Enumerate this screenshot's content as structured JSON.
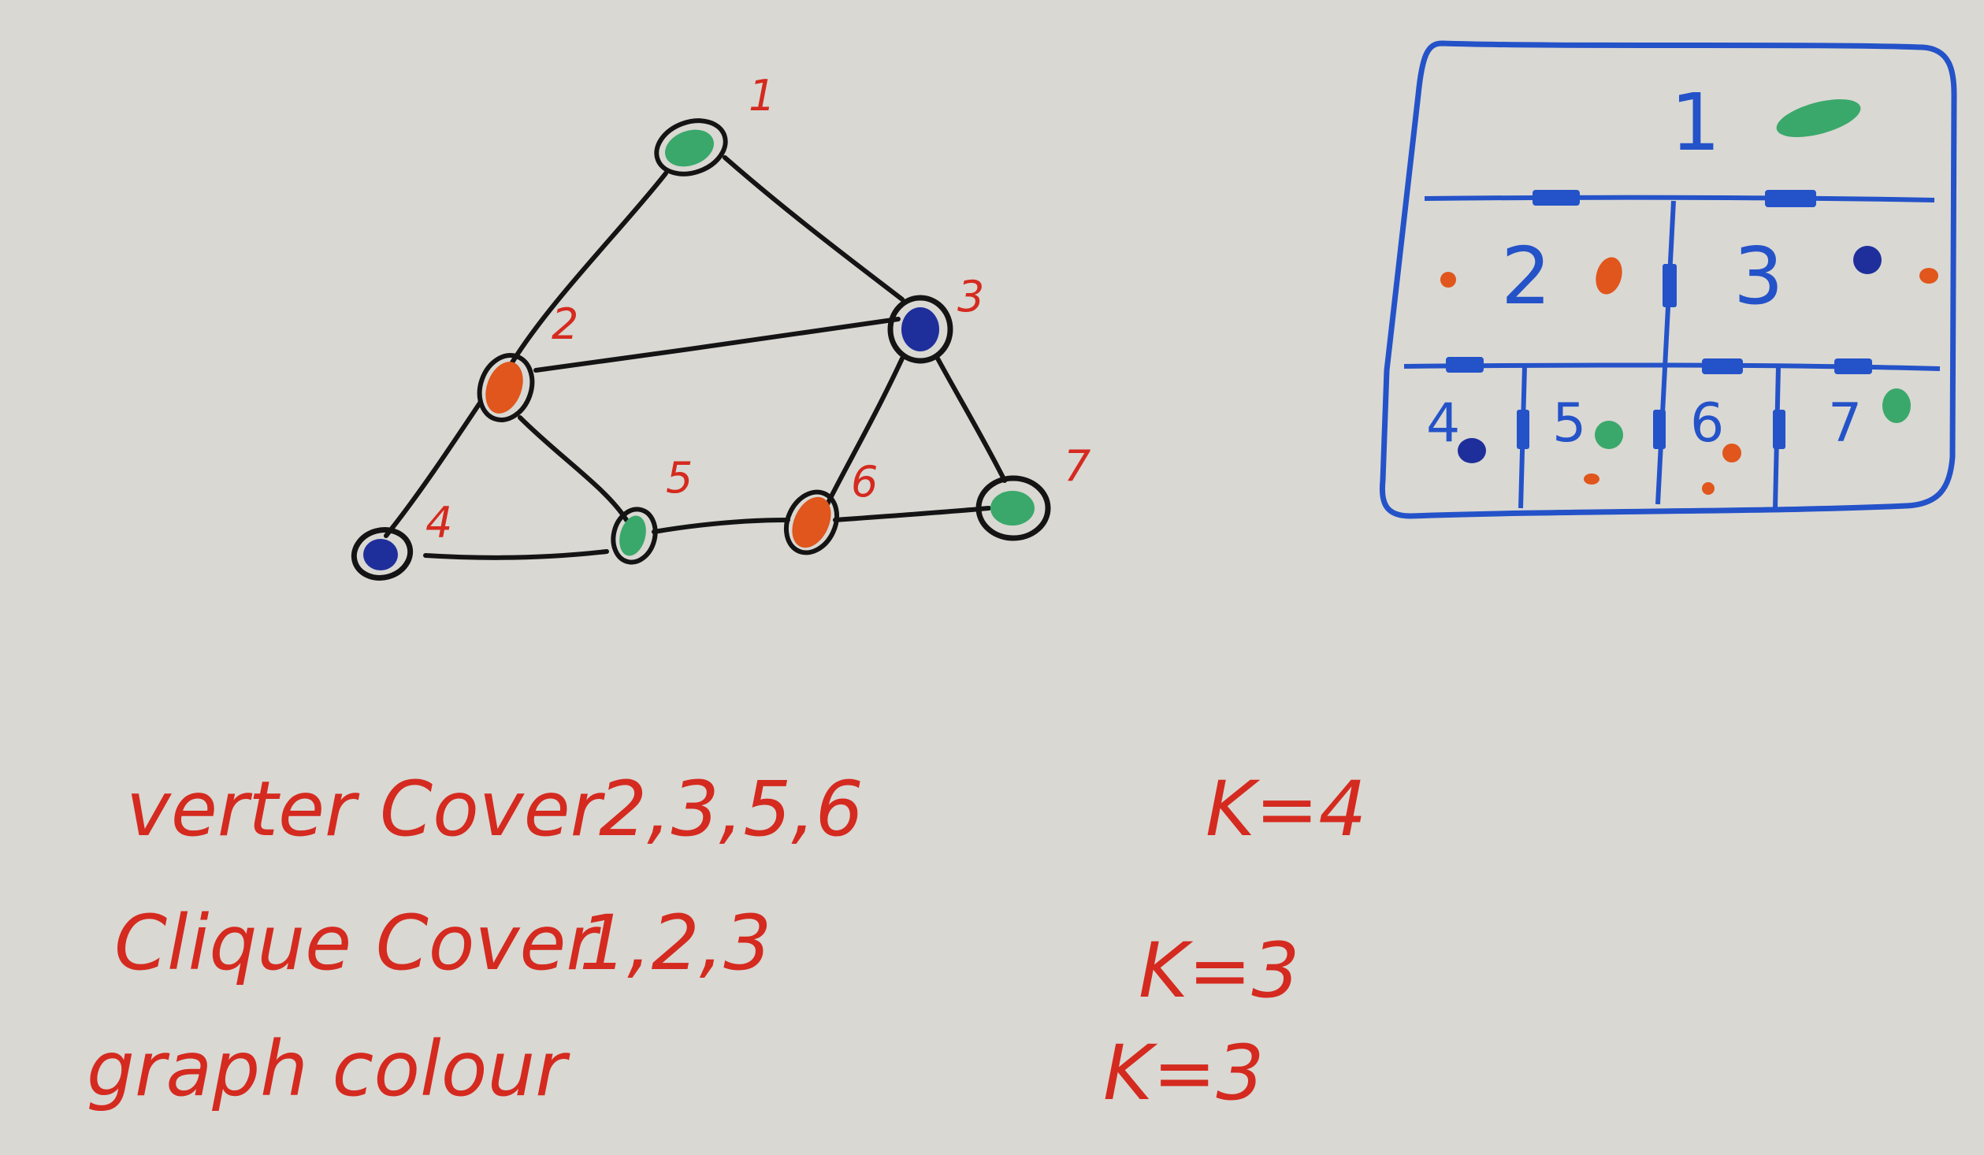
{
  "graph": {
    "nodes": [
      {
        "id": "1",
        "label": "1",
        "color": "#3aa86a"
      },
      {
        "id": "2",
        "label": "2",
        "color": "#e0561c"
      },
      {
        "id": "3",
        "label": "3",
        "color": "#1e2f9c"
      },
      {
        "id": "4",
        "label": "4",
        "color": "#1e2f9c"
      },
      {
        "id": "5",
        "label": "5",
        "color": "#3aa86a"
      },
      {
        "id": "6",
        "label": "6",
        "color": "#e0561c"
      },
      {
        "id": "7",
        "label": "7",
        "color": "#3aa86a"
      }
    ],
    "edges": [
      [
        "1",
        "2"
      ],
      [
        "1",
        "3"
      ],
      [
        "2",
        "3"
      ],
      [
        "2",
        "4"
      ],
      [
        "2",
        "5"
      ],
      [
        "4",
        "5"
      ],
      [
        "5",
        "6"
      ],
      [
        "3",
        "6"
      ],
      [
        "3",
        "7"
      ],
      [
        "6",
        "7"
      ]
    ]
  },
  "decomposition_box": {
    "top_cell": "1",
    "middle_cells": [
      "2",
      "3"
    ],
    "bottom_cells": [
      "4",
      "5",
      "6",
      "7"
    ],
    "colors": {
      "green": "#3aa86a",
      "orange": "#e0561c",
      "blue": "#1e2f9c",
      "ink": "#2452c8"
    }
  },
  "notes": {
    "vertex_cover": {
      "label": "verter Cover",
      "values": "2,3,5,6",
      "k": "K=4"
    },
    "clique_cover": {
      "label": "Clique Cover",
      "values": "1,2,3",
      "k": "K=3"
    },
    "graph_colour": {
      "label": "graph colour",
      "values": "",
      "k": "K=3"
    }
  }
}
